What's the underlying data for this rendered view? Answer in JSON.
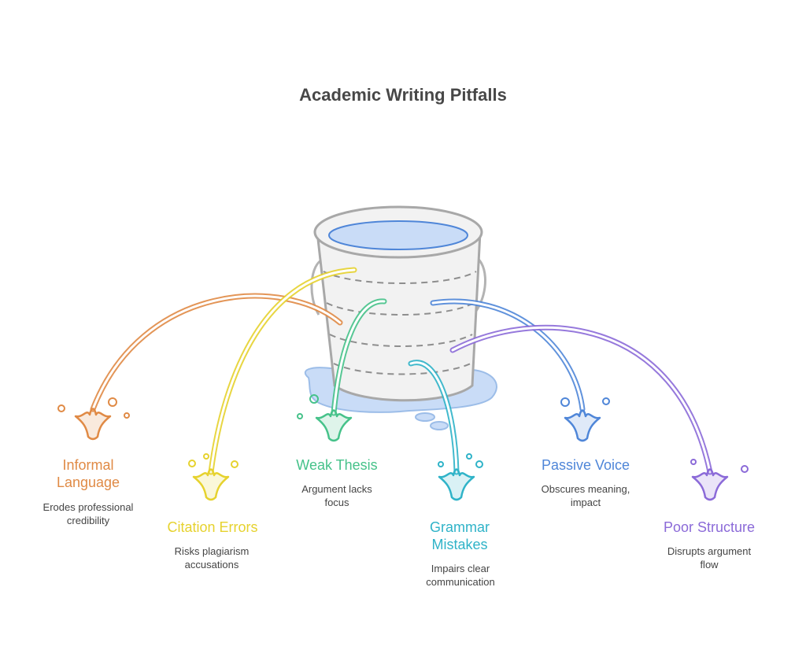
{
  "title": "Academic Writing Pitfalls",
  "colors": {
    "informal": "#e08a45",
    "citation": "#e6d22e",
    "thesis": "#46c28a",
    "grammar": "#2fb3c8",
    "passive": "#4f86d8",
    "structure": "#8b6ad8",
    "bucket_stroke": "#b3b3b3",
    "water": "#c9dcf7"
  },
  "items": [
    {
      "key": "informal",
      "label": "Informal Language",
      "desc": "Erodes professional credibility"
    },
    {
      "key": "citation",
      "label": "Citation Errors",
      "desc": "Risks plagiarism accusations"
    },
    {
      "key": "thesis",
      "label": "Weak Thesis",
      "desc": "Argument lacks focus"
    },
    {
      "key": "grammar",
      "label": "Grammar Mistakes",
      "desc": "Impairs clear communication"
    },
    {
      "key": "passive",
      "label": "Passive Voice",
      "desc": "Obscures meaning, impact"
    },
    {
      "key": "structure",
      "label": "Poor Structure",
      "desc": "Disrupts argument flow"
    }
  ]
}
